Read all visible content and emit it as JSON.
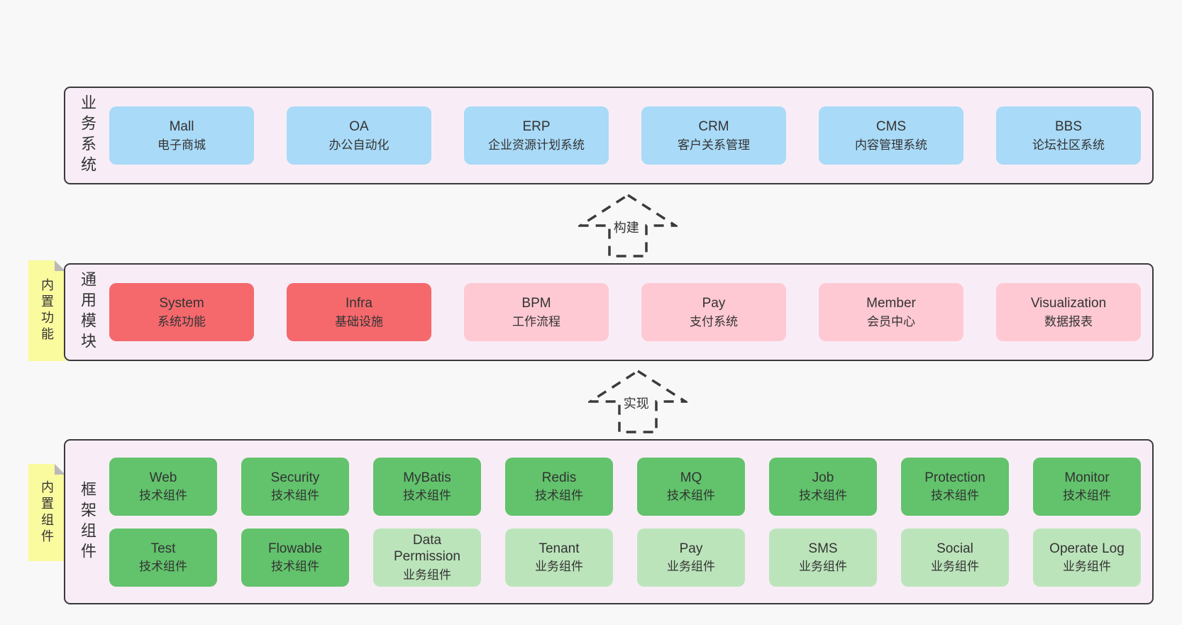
{
  "colors": {
    "page-bg": "#f8f8f8",
    "band-bg": "#f8edf6",
    "line": "#3b3b3b",
    "text": "#333333",
    "blue": "#a9daf7",
    "red": "#f5696d",
    "pink": "#ffc9d3",
    "green-dark": "#62c36c",
    "green-light": "#bce4bb",
    "note-yellow": "#fafa9e",
    "note-fold": "#b9b9b9"
  },
  "notes": [
    {
      "label": "内置功能"
    },
    {
      "label": "内置组件"
    }
  ],
  "arrows": [
    {
      "label": "构建"
    },
    {
      "label": "实现"
    }
  ],
  "bands": [
    {
      "label": "业务系统",
      "rows": [
        [
          {
            "title": "Mall",
            "subtitle": "电子商城",
            "variant": "blue"
          },
          {
            "title": "OA",
            "subtitle": "办公自动化",
            "variant": "blue"
          },
          {
            "title": "ERP",
            "subtitle": "企业资源计划系统",
            "variant": "blue"
          },
          {
            "title": "CRM",
            "subtitle": "客户关系管理",
            "variant": "blue"
          },
          {
            "title": "CMS",
            "subtitle": "内容管理系统",
            "variant": "blue"
          },
          {
            "title": "BBS",
            "subtitle": "论坛社区系统",
            "variant": "blue"
          }
        ]
      ]
    },
    {
      "label": "通用模块",
      "rows": [
        [
          {
            "title": "System",
            "subtitle": "系统功能",
            "variant": "red"
          },
          {
            "title": "Infra",
            "subtitle": "基础设施",
            "variant": "red"
          },
          {
            "title": "BPM",
            "subtitle": "工作流程",
            "variant": "pink"
          },
          {
            "title": "Pay",
            "subtitle": "支付系统",
            "variant": "pink"
          },
          {
            "title": "Member",
            "subtitle": "会员中心",
            "variant": "pink"
          },
          {
            "title": "Visualization",
            "subtitle": "数据报表",
            "variant": "pink"
          }
        ]
      ]
    },
    {
      "label": "框架组件",
      "rows": [
        [
          {
            "title": "Web",
            "subtitle": "技术组件",
            "variant": "green-dark"
          },
          {
            "title": "Security",
            "subtitle": "技术组件",
            "variant": "green-dark"
          },
          {
            "title": "MyBatis",
            "subtitle": "技术组件",
            "variant": "green-dark"
          },
          {
            "title": "Redis",
            "subtitle": "技术组件",
            "variant": "green-dark"
          },
          {
            "title": "MQ",
            "subtitle": "技术组件",
            "variant": "green-dark"
          },
          {
            "title": "Job",
            "subtitle": "技术组件",
            "variant": "green-dark"
          },
          {
            "title": "Protection",
            "subtitle": "技术组件",
            "variant": "green-dark"
          },
          {
            "title": "Monitor",
            "subtitle": "技术组件",
            "variant": "green-dark"
          }
        ],
        [
          {
            "title": "Test",
            "subtitle": "技术组件",
            "variant": "green-dark"
          },
          {
            "title": "Flowable",
            "subtitle": "技术组件",
            "variant": "green-dark"
          },
          {
            "title": "Data Permission",
            "subtitle": "业务组件",
            "variant": "green-light"
          },
          {
            "title": "Tenant",
            "subtitle": "业务组件",
            "variant": "green-light"
          },
          {
            "title": "Pay",
            "subtitle": "业务组件",
            "variant": "green-light"
          },
          {
            "title": "SMS",
            "subtitle": "业务组件",
            "variant": "green-light"
          },
          {
            "title": "Social",
            "subtitle": "业务组件",
            "variant": "green-light"
          },
          {
            "title": "Operate Log",
            "subtitle": "业务组件",
            "variant": "green-light"
          }
        ]
      ]
    }
  ]
}
